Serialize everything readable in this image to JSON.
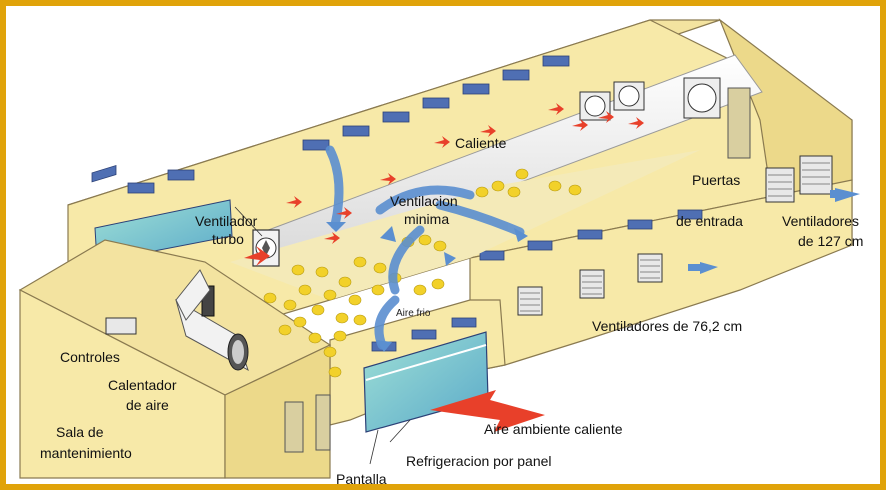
{
  "labels": {
    "caliente": "Caliente",
    "ventilacion_minima_1": "Ventilacion",
    "ventilacion_minima_2": "minima",
    "ventilador_turbo_1": "Ventilador",
    "ventilador_turbo_2": "turbo",
    "puertas_1": "Puertas",
    "puertas_2": "de entrada",
    "vent127_1": "Ventiladores",
    "vent127_2": "de 127 cm",
    "vent76": "Ventiladores de 76,2 cm",
    "aire_frio": "Aire frio",
    "controles": "Controles",
    "calentador_1": "Calentador",
    "calentador_2": "de aire",
    "sala_1": "Sala de",
    "sala_2": "mantenimiento",
    "aire_ambiente": "Aire ambiente caliente",
    "refrigeracion": "Refrigeracion por panel",
    "pantalla": "Pantalla"
  },
  "colors": {
    "frame": "#e0a30a",
    "wall": "#f7e9a8",
    "wall_dark": "#ecd98a",
    "roof": "#f3e3a0",
    "window": "#4f6fb3",
    "air_blue": "#5b8fd0",
    "air_orange": "#e8402a",
    "chick": "#f2d12a",
    "cooling_pad": "#7ecfc4"
  }
}
